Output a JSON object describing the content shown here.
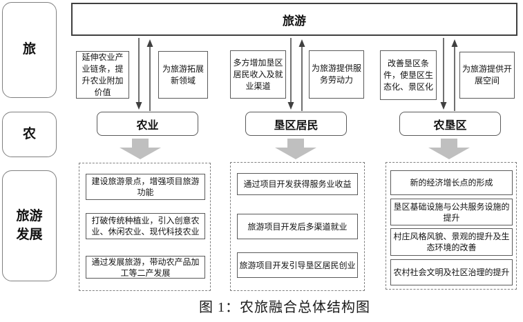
{
  "diagram": {
    "top_box": {
      "label": "旅游"
    },
    "side_labels": [
      {
        "label": "旅"
      },
      {
        "label": "农"
      },
      {
        "label": "旅游发展"
      }
    ],
    "connectors": [
      {
        "text": "延伸农业产业链条，提升农业附加价值"
      },
      {
        "text": "为旅游拓展新领域"
      },
      {
        "text": "多方增加垦区居民收入及就业渠道"
      },
      {
        "text": "为旅游提供服务劳动力"
      },
      {
        "text": "改善垦区条件，使垦区生态化、景区化"
      },
      {
        "text": "为旅游提供开展空间"
      }
    ],
    "middle_boxes": [
      {
        "label": "农业"
      },
      {
        "label": "垦区居民"
      },
      {
        "label": "农垦区"
      }
    ],
    "outcome_columns": [
      {
        "items": [
          "建设旅游景点，增强项目旅游功能",
          "打破传统种植业，引入创意农业、休闲农业、现代科技农业",
          "通过发展旅游，带动农产品加工等二产发展"
        ]
      },
      {
        "items": [
          "通过项目开发获得服务业收益",
          "旅游项目开发后多渠道就业",
          "旅游项目开发引导垦区居民创业"
        ]
      },
      {
        "items": [
          "新的经济增长点的形成",
          "垦区基础设施与公共服务设施的提升",
          "村庄风格风貌、景观的提升及生态环境的改善",
          "农村社会文明及社区治理的提升"
        ]
      }
    ],
    "caption": "图 1：农旅融合总体结构图",
    "icons": {
      "down_arrow": "↓",
      "up_arrow": "↑",
      "block_down_arrow": "⬇"
    },
    "colors": {
      "border_dark": "#3f3f3f",
      "border_mid": "#595959",
      "border_gray": "#7f7f7f",
      "thin_arrow": "#404040",
      "block_arrow_fill": "#bfbfbf",
      "text": "#111111"
    }
  }
}
